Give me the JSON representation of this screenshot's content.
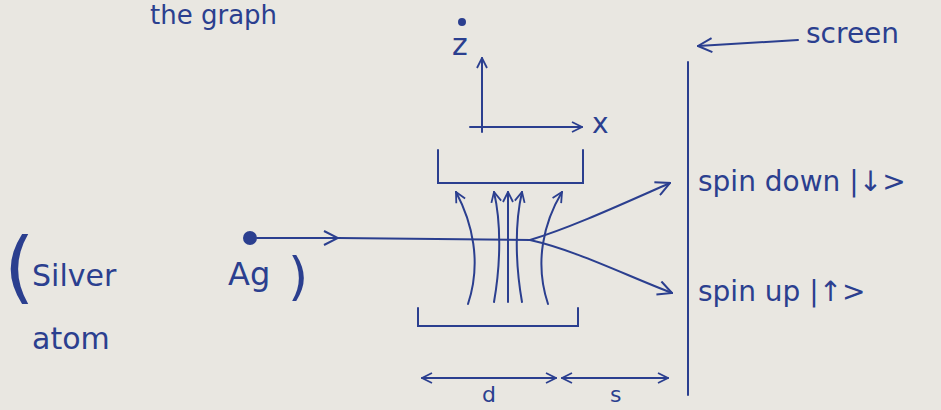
{
  "diagram": {
    "labels": [
      "the graph",
      "z",
      "x",
      "screen",
      "spin down |↓>",
      "spin up |↑>",
      "(",
      "Silver atom",
      "Ag",
      ")",
      "d",
      "s"
    ]
  }
}
